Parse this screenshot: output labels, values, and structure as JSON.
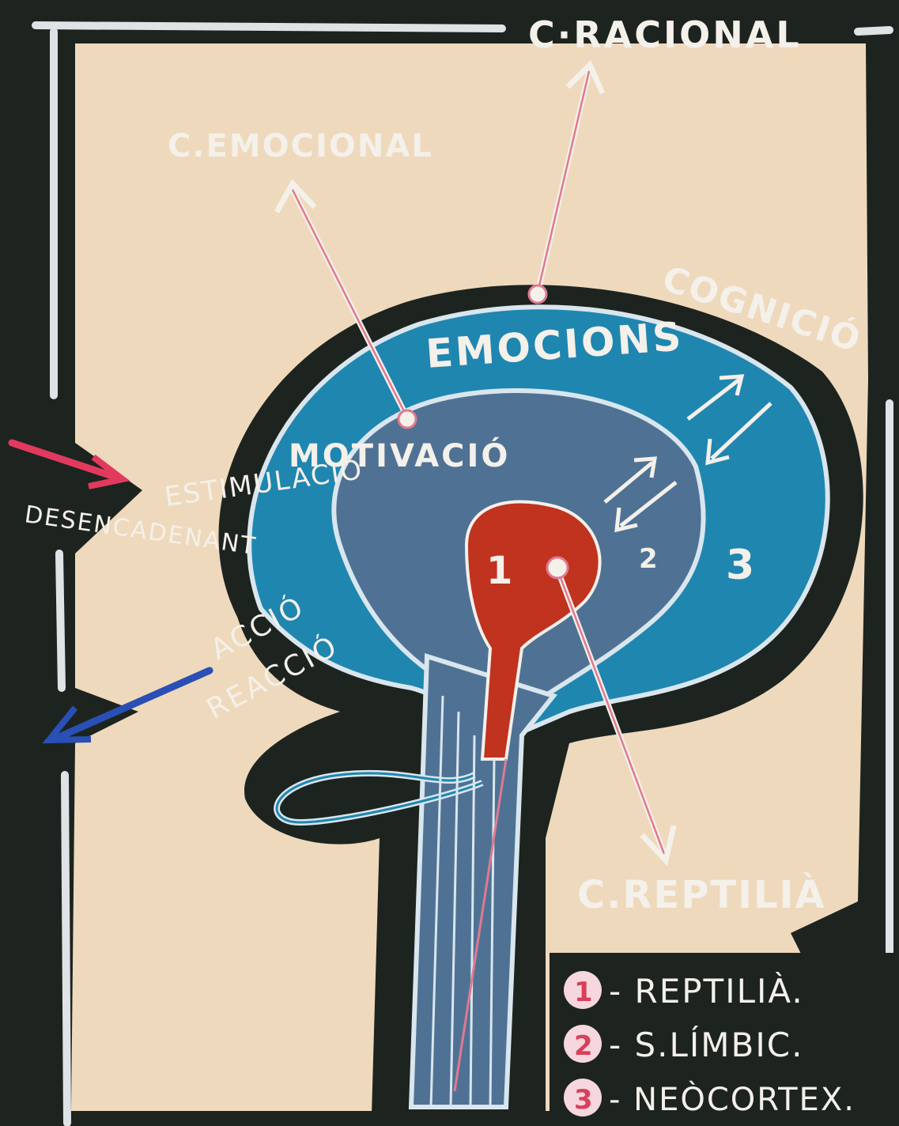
{
  "labels": {
    "c_racional": "C·RACIONAL",
    "c_emocional": "C.EMOCIONAL",
    "cognicio": "COGNICIÓ",
    "emocions": "EMOCIONS",
    "motivacio": "MOTIVACIÓ",
    "estimulacio": "ESTIMULACIÓ",
    "desencadenant": "DESENCADENANT",
    "accio": "ACCIÓ",
    "reaccio": "REACCIÓ",
    "c_reptilia": "C.REPTILIÀ"
  },
  "layers": [
    {
      "number": "1",
      "color": "#c0331e"
    },
    {
      "number": "2",
      "color": "#4f7294"
    },
    {
      "number": "3",
      "color": "#1f86b0"
    }
  ],
  "legend": [
    {
      "number": "1",
      "text": "- REPTILIÀ."
    },
    {
      "number": "2",
      "text": "- S.LÍMBIC."
    },
    {
      "number": "3",
      "text": "- NEÒCORTEX."
    }
  ],
  "colors": {
    "background": "#1d2420",
    "paper": "#efd9bc",
    "neocortex": "#1f86b0",
    "limbic": "#4f7294",
    "reptilian": "#c0331e",
    "arrow_pink": "#e07a90",
    "arrow_input": "#e23a5e",
    "arrow_output": "#2a4fb5",
    "chalk": "#f4f0ea"
  }
}
